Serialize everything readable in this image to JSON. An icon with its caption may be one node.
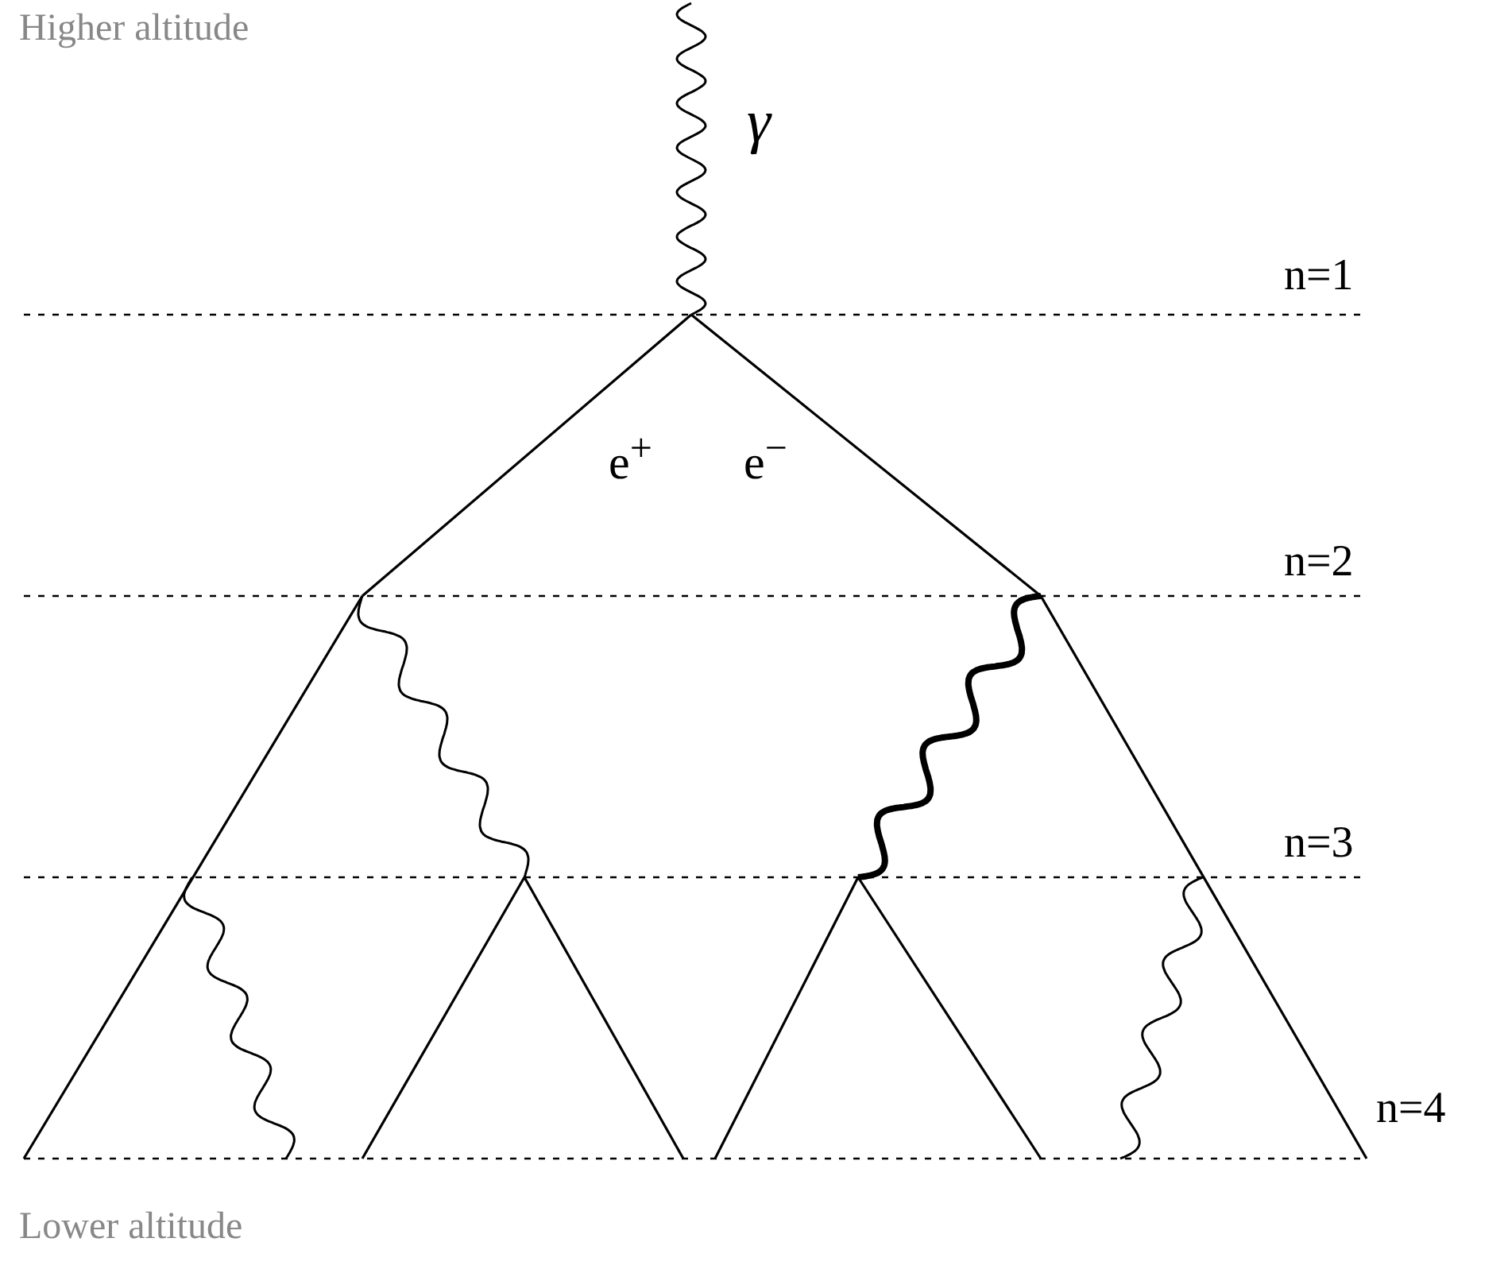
{
  "diagram": {
    "labels": [
      "Higher altitude",
      "γ",
      "n=1",
      "e$^{+}$",
      "e$^{−}$",
      "n=2",
      "n=3",
      "n=4",
      "Lower altitude"
    ]
  }
}
